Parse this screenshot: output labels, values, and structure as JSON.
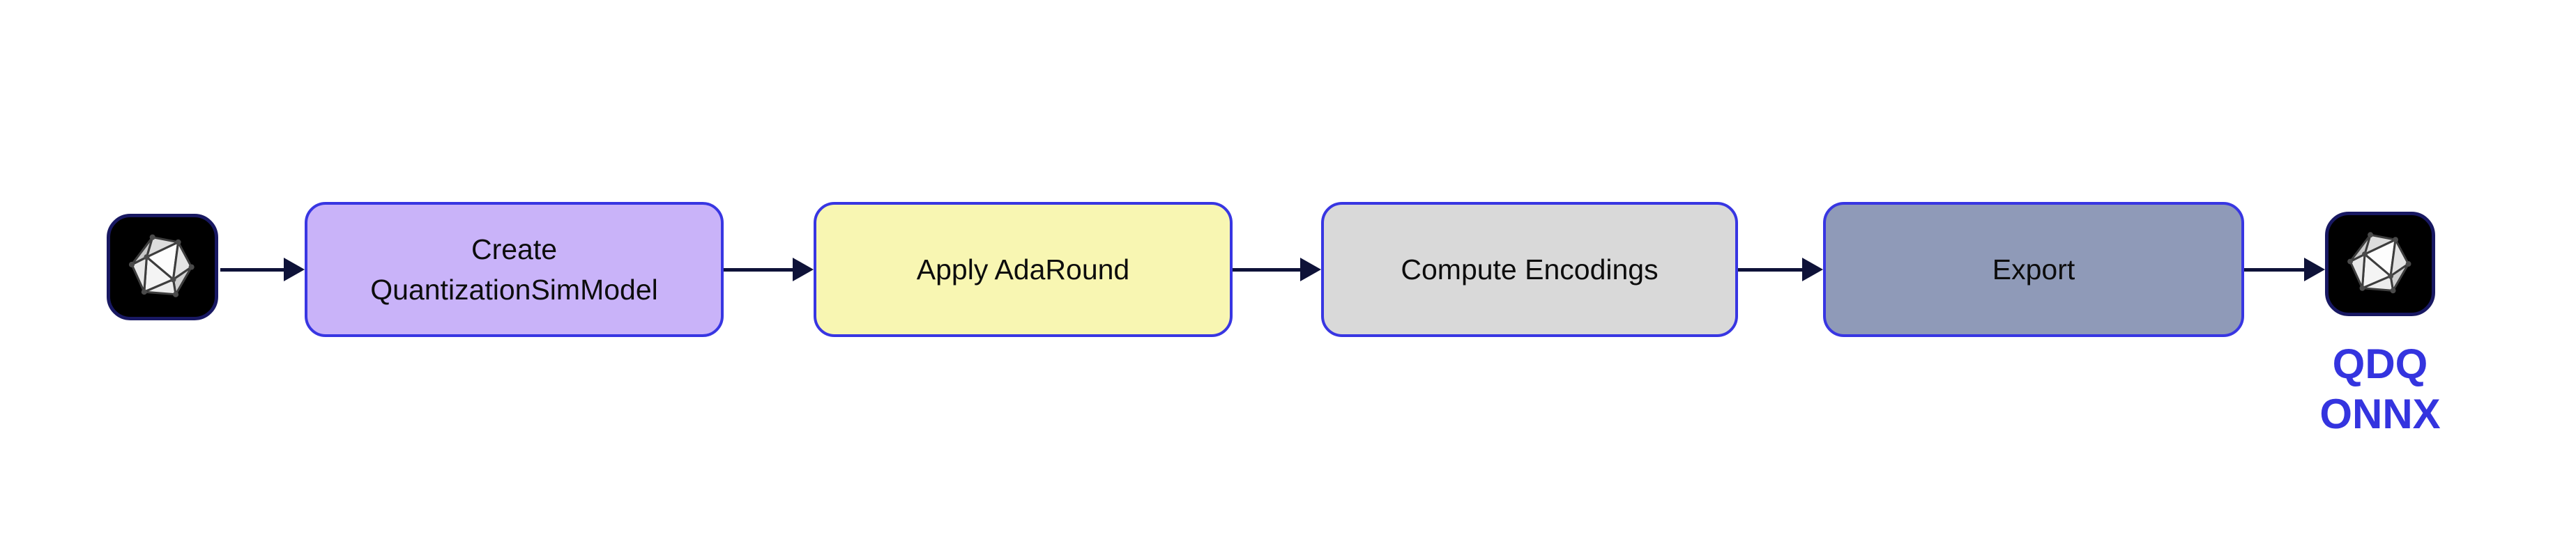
{
  "flow": {
    "colors": {
      "arrow": "#0e1238",
      "box_border": "#3836e2",
      "icon_bg": "#000000",
      "icon_border": "#181862",
      "step_text": "#0d0d0d",
      "output_text": "#3434df"
    },
    "input": {
      "icon": "onnx-model-icon"
    },
    "steps": [
      {
        "label": "Create QuantizationSimModel",
        "lines": [
          "Create",
          "QuantizationSimModel"
        ],
        "fill": "#c9b3f9"
      },
      {
        "label": "Apply AdaRound",
        "lines": [
          "Apply AdaRound"
        ],
        "fill": "#f8f6b2"
      },
      {
        "label": "Compute Encodings",
        "lines": [
          "Compute Encodings"
        ],
        "fill": "#d9d9d9"
      },
      {
        "label": "Export",
        "lines": [
          "Export"
        ],
        "fill": "#8f9ab8"
      }
    ],
    "output": {
      "icon": "onnx-model-icon",
      "label": "QDQ ONNX",
      "label_lines": [
        "QDQ",
        "ONNX"
      ]
    }
  }
}
